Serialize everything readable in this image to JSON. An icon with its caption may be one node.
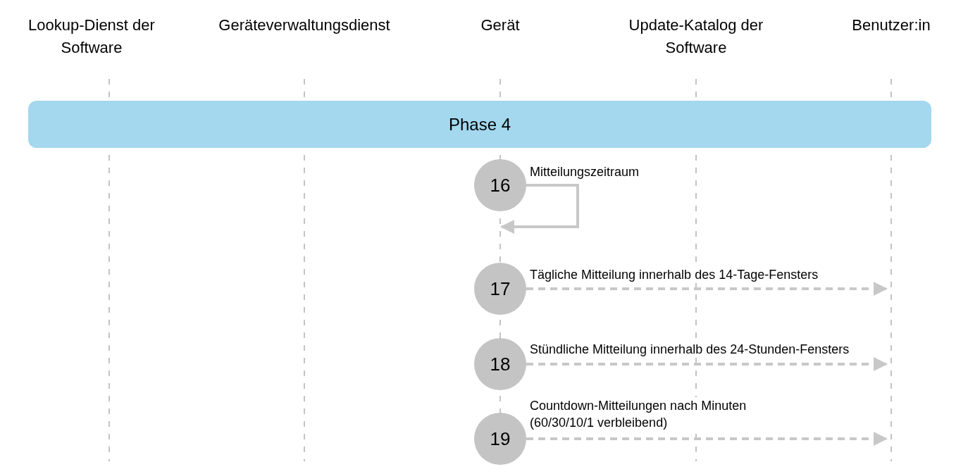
{
  "diagram": {
    "nodes": [
      {
        "text": [
          "Lookup-Dienst der Software"
        ]
      },
      {
        "text": [
          "Geräteverwaltungsdienst"
        ]
      },
      {
        "text": [
          "Gerät"
        ]
      },
      {
        "text": [
          "Update-Katalog der Software"
        ]
      },
      {
        "text": [
          "Benutzer:in"
        ]
      },
      {
        "text": [
          "Phase 4"
        ]
      },
      {
        "text": [
          "16"
        ]
      },
      {
        "text": [
          "17"
        ]
      },
      {
        "text": [
          "18"
        ]
      },
      {
        "text": [
          "19"
        ]
      }
    ],
    "edges": [
      {
        "from": 6,
        "to": 6,
        "arrow": "to",
        "label": "Mitteilungszeitraum"
      },
      {
        "from": 7,
        "to": null,
        "arrow": "to",
        "label": "Tägliche Mitteilung innerhalb des 14-Tage-Fensters",
        "style": "dashed"
      },
      {
        "from": 8,
        "to": null,
        "arrow": "to",
        "label": "Stündliche Mitteilung innerhalb des 24-Stunden-Fensters",
        "style": "dashed"
      },
      {
        "from": 9,
        "to": null,
        "arrow": "to",
        "label": "Countdown-Mitteilungen nach Minuten (60/30/10/1 verbleibend)",
        "style": "dashed"
      }
    ]
  }
}
